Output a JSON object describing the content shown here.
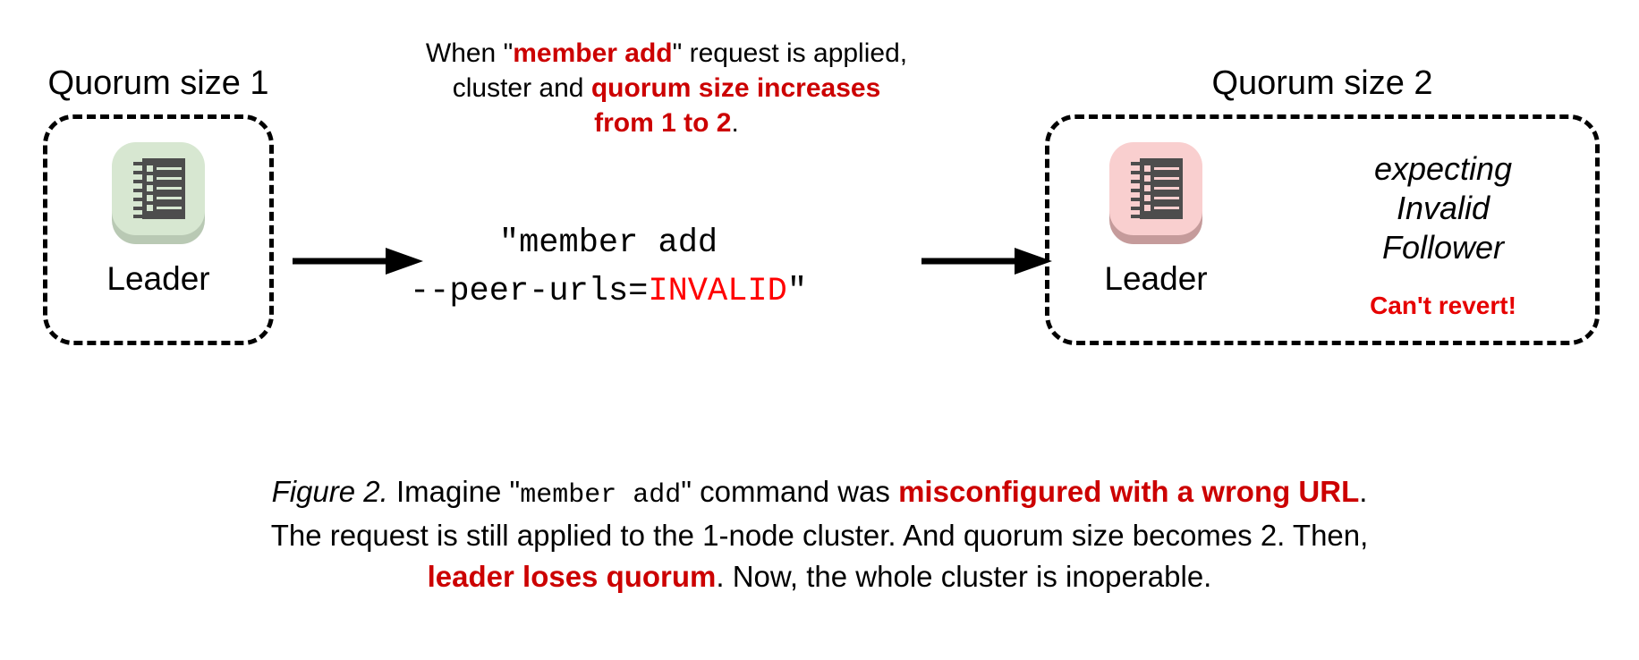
{
  "figure": {
    "left_cluster": {
      "title": "Quorum size 1",
      "node": {
        "label": "Leader",
        "icon": "server-log-icon",
        "icon_color": "#d7e7d1",
        "icon_shadow": "#b9c9b4"
      }
    },
    "right_cluster": {
      "title": "Quorum size 2",
      "node": {
        "label": "Leader",
        "icon": "server-log-icon",
        "icon_color": "#f9cfcf",
        "icon_shadow": "#c59b9b"
      },
      "side_note_lines": [
        "expecting",
        "Invalid",
        "Follower"
      ],
      "warning": "Can't revert!"
    },
    "top_note": {
      "line1_a": "When \"",
      "line1_hl": "member add",
      "line1_b": "\" request is applied,",
      "line2_a": "cluster and ",
      "line2_hl": "quorum size increases",
      "line3_hl": "from 1 to 2",
      "line3_b": "."
    },
    "command": {
      "line1": "\"member add",
      "line2_a": "--peer-urls=",
      "line2_invalid": "INVALID",
      "line2_b": "\""
    },
    "arrows": [
      {
        "name": "arrow-left-to-command"
      },
      {
        "name": "arrow-command-to-right"
      }
    ],
    "caption": {
      "fig_label": "Figure 2.",
      "seg1": " Imagine \"",
      "mono1": "member add",
      "seg2": "\" command was ",
      "hl1": "misconfigured with a wrong URL",
      "seg3": ".",
      "line2": "The request is still applied to the 1-node cluster. And quorum size becomes 2. Then,",
      "hl2": "leader loses quorum",
      "seg4": ". Now, the whole cluster is inoperable."
    },
    "colors": {
      "accent_red": "#cc0000",
      "bright_red": "#ff0000",
      "ink": "#000000",
      "green_node": "#d7e7d1",
      "pink_node": "#f9cfcf",
      "icon_dark": "#4d4d4d"
    }
  }
}
